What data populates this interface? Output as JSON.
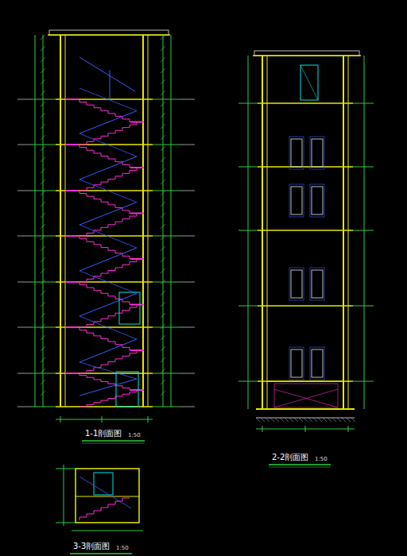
{
  "diagram": {
    "labels": [
      "1-1剖面图",
      "1:50",
      "2-2剖面图",
      "1:50",
      "3-3剖面图",
      "1:50"
    ]
  }
}
